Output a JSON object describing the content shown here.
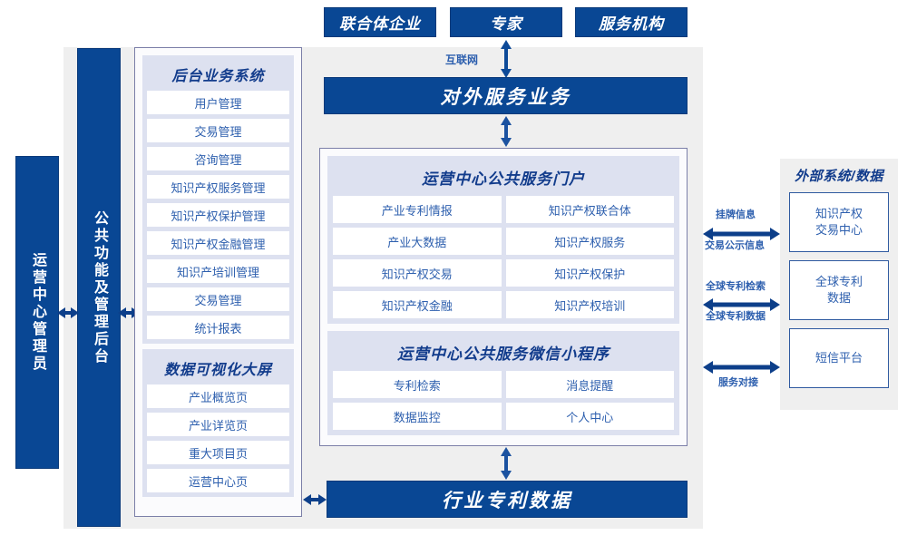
{
  "diagram": {
    "title_colors": {
      "primary_blue": "#094794",
      "text_blue": "#2d5fae",
      "heading_blue": "#123c8c",
      "group_bg": "#dde1f0",
      "frame_gray": "#efefef",
      "panel_border": "#7b7fa8"
    },
    "top_actors": [
      {
        "label": "联合体企业"
      },
      {
        "label": "专家"
      },
      {
        "label": "服务机构"
      }
    ],
    "internet_label": "互联网",
    "external_service_bar": "对外服务业务",
    "industry_data_bar": "行业专利数据",
    "left_roles": [
      {
        "label": "运营中心管理员"
      },
      {
        "label": "公共功能及管理后台"
      }
    ],
    "backend_group": {
      "title": "后台业务系统",
      "items": [
        "用户管理",
        "交易管理",
        "咨询管理",
        "知识产权服务管理",
        "知识产权保护管理",
        "知识产权金融管理",
        "知识产培训管理",
        "交易管理",
        "统计报表"
      ]
    },
    "visualization_group": {
      "title": "数据可视化大屏",
      "items": [
        "产业概览页",
        "产业详览页",
        "重大项目页",
        "运营中心页"
      ]
    },
    "portal_group": {
      "title": "运营中心公共服务门户",
      "items": [
        "产业专利情报",
        "知识产权联合体",
        "产业大数据",
        "知识产权服务",
        "知识产权交易",
        "知识产权保护",
        "知识产权金融",
        "知识产权培训"
      ]
    },
    "miniprogram_group": {
      "title": "运营中心公共服务微信小程序",
      "items": [
        "专利检索",
        "消息提醒",
        "数据监控",
        "个人中心"
      ]
    },
    "external_panel": {
      "title": "外部系统/数据",
      "items": [
        "知识产权\n交易中心",
        "全球专利\n数据",
        "短信平台"
      ],
      "items_line1": [
        "知识产权",
        "全球专利",
        "短信平台"
      ],
      "items_line2": [
        "交易中心",
        "数据",
        ""
      ]
    },
    "external_arrow_labels": [
      {
        "above": "挂牌信息",
        "below": "交易公示信息"
      },
      {
        "above": "全球专利检索",
        "below": "全球专利数据"
      },
      {
        "above": "",
        "below": "服务对接"
      }
    ]
  }
}
